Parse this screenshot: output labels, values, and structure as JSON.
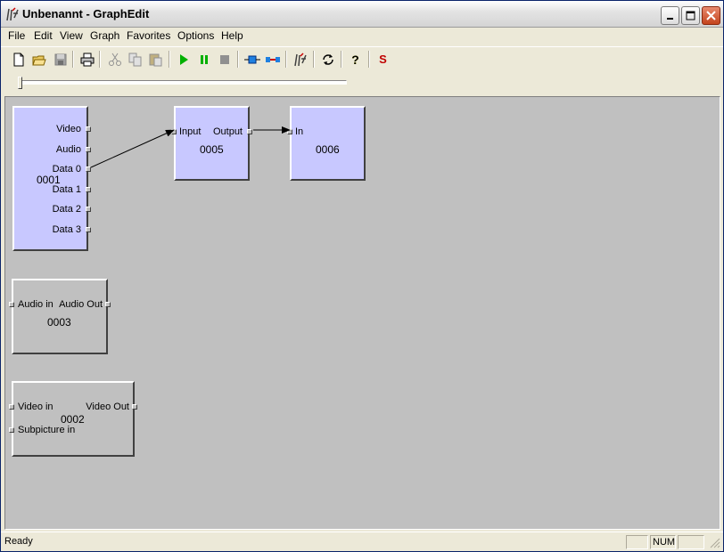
{
  "window": {
    "title": "Unbenannt - GraphEdit"
  },
  "menu": [
    "File",
    "Edit",
    "View",
    "Graph",
    "Favorites",
    "Options",
    "Help"
  ],
  "toolbar": {
    "buttons": [
      "new-icon",
      "open-icon",
      "save-icon",
      "print-icon",
      "cut-icon",
      "copy-icon",
      "paste-icon",
      "play-icon",
      "pause-icon",
      "stop-icon",
      "seek-icon",
      "connect-icon",
      "app-icon",
      "refresh-icon",
      "help-icon",
      "s-icon"
    ],
    "s_label": "S",
    "help_label": "?"
  },
  "filters": {
    "f0001": {
      "id": "0001",
      "pins_out": [
        "Video",
        "Audio",
        "Data 0",
        "Data 1",
        "Data 2",
        "Data 3"
      ]
    },
    "f0005": {
      "id": "0005",
      "pin_in": "Input",
      "pin_out": "Output"
    },
    "f0006": {
      "id": "0006",
      "pin_in": "In"
    },
    "f0003": {
      "id": "0003",
      "pin_in": "Audio in",
      "pin_out": "Audio Out"
    },
    "f0002": {
      "id": "0002",
      "pins_in": [
        "Video in",
        "Subpicture in"
      ],
      "pin_out": "Video Out"
    }
  },
  "status": {
    "text": "Ready",
    "num": "NUM"
  },
  "colors": {
    "active_filter": "#c8c8ff",
    "idle_filter": "#c0c0c0",
    "canvas": "#c0c0c0"
  }
}
